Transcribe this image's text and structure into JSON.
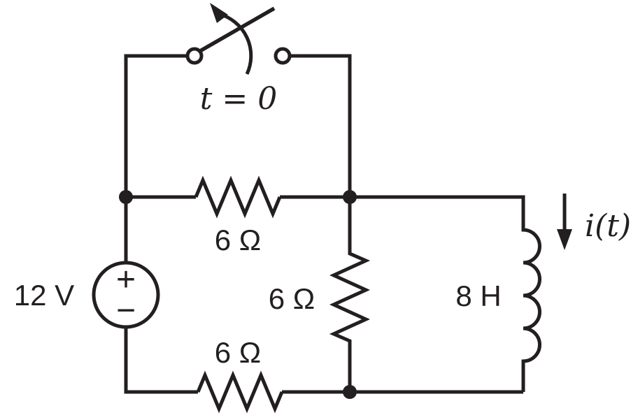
{
  "diagram": {
    "kind": "circuit-schematic",
    "background_color": "#ffffff",
    "stroke_color": "#231f20"
  },
  "labels": {
    "switch_time": "t = 0",
    "source_value": "12 V",
    "source_plus": "+",
    "source_minus": "−",
    "resistor_top": "6 Ω",
    "resistor_middle": "6 Ω",
    "resistor_bottom": "6 Ω",
    "inductor_value": "8 H",
    "current": "i(t)"
  },
  "components": [
    {
      "type": "switch",
      "label": "t = 0",
      "state": "opening",
      "location": "top-branch"
    },
    {
      "type": "voltage-source",
      "value": "12 V",
      "polarity": "plus-on-top",
      "location": "left-branch"
    },
    {
      "type": "resistor",
      "value": "6 Ω",
      "orientation": "horizontal",
      "location": "middle-rail"
    },
    {
      "type": "resistor",
      "value": "6 Ω",
      "orientation": "vertical",
      "location": "center-branch"
    },
    {
      "type": "resistor",
      "value": "6 Ω",
      "orientation": "horizontal",
      "location": "bottom-rail"
    },
    {
      "type": "inductor",
      "value": "8 H",
      "orientation": "vertical",
      "location": "right-branch"
    },
    {
      "type": "current-arrow",
      "label": "i(t)",
      "direction": "down",
      "location": "right-of-inductor"
    }
  ]
}
